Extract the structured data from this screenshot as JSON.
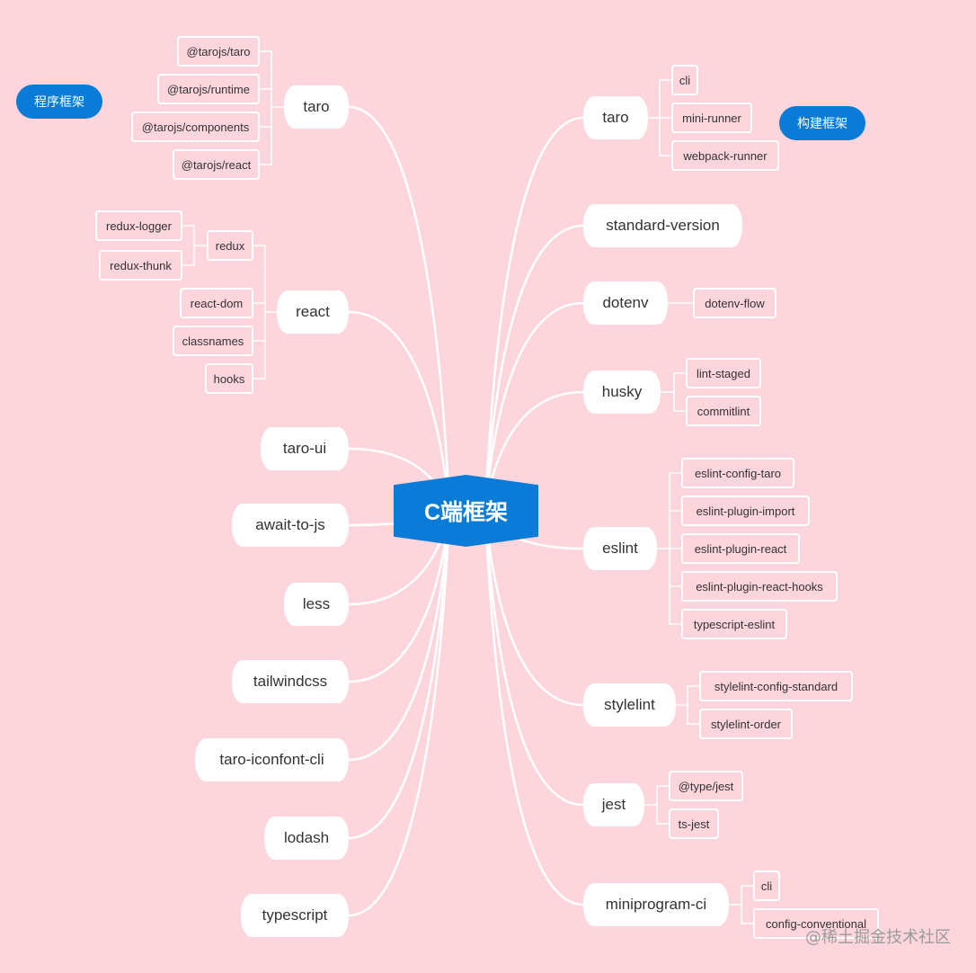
{
  "root": {
    "label": "C端框架",
    "color": "#0a7bd6"
  },
  "tags": {
    "left": "程序框架",
    "right": "构建框架"
  },
  "left_branches": [
    {
      "label": "taro",
      "children": [
        {
          "label": "@tarojs/taro"
        },
        {
          "label": "@tarojs/runtime"
        },
        {
          "label": "@tarojs/components"
        },
        {
          "label": "@tarojs/react"
        }
      ]
    },
    {
      "label": "react",
      "children": [
        {
          "label": "redux",
          "children": [
            {
              "label": "redux-logger"
            },
            {
              "label": "redux-thunk"
            }
          ]
        },
        {
          "label": "react-dom"
        },
        {
          "label": "classnames"
        },
        {
          "label": "hooks"
        }
      ]
    },
    {
      "label": "taro-ui"
    },
    {
      "label": "await-to-js"
    },
    {
      "label": "less"
    },
    {
      "label": "tailwindcss"
    },
    {
      "label": "taro-iconfont-cli"
    },
    {
      "label": "lodash"
    },
    {
      "label": "typescript"
    }
  ],
  "right_branches": [
    {
      "label": "taro",
      "children": [
        {
          "label": "cli"
        },
        {
          "label": "mini-runner"
        },
        {
          "label": "webpack-runner"
        }
      ]
    },
    {
      "label": "standard-version"
    },
    {
      "label": "dotenv",
      "children": [
        {
          "label": "dotenv-flow"
        }
      ]
    },
    {
      "label": "husky",
      "children": [
        {
          "label": "lint-staged"
        },
        {
          "label": "commitlint"
        }
      ]
    },
    {
      "label": "eslint",
      "children": [
        {
          "label": "eslint-config-taro"
        },
        {
          "label": "eslint-plugin-import"
        },
        {
          "label": "eslint-plugin-react"
        },
        {
          "label": "eslint-plugin-react-hooks"
        },
        {
          "label": "typescript-eslint"
        }
      ]
    },
    {
      "label": "stylelint",
      "children": [
        {
          "label": "stylelint-config-standard"
        },
        {
          "label": "stylelint-order"
        }
      ]
    },
    {
      "label": "jest",
      "children": [
        {
          "label": "@type/jest"
        },
        {
          "label": "ts-jest"
        }
      ]
    },
    {
      "label": "miniprogram-ci",
      "children": [
        {
          "label": "cli"
        },
        {
          "label": "config-conventional"
        }
      ]
    }
  ],
  "watermark": "@稀土掘金技术社区",
  "colors": {
    "background": "#fdd5dc",
    "line": "#ffffff",
    "accent": "#0a7bd6"
  }
}
